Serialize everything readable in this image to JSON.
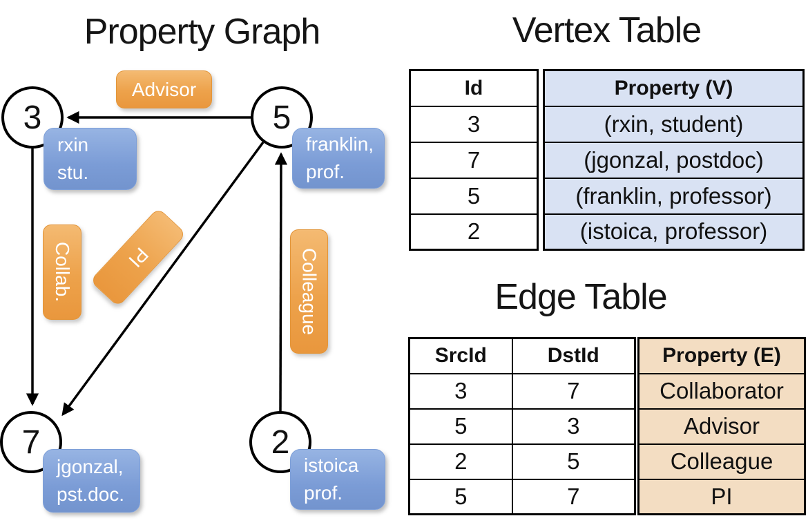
{
  "graph": {
    "title": "Property Graph",
    "nodes": {
      "n3": {
        "id": "3",
        "prop_line1": "rxin",
        "prop_line2": "stu."
      },
      "n5": {
        "id": "5",
        "prop_line1": "franklin,",
        "prop_line2": "prof."
      },
      "n7": {
        "id": "7",
        "prop_line1": "jgonzal,",
        "prop_line2": "pst.doc."
      },
      "n2": {
        "id": "2",
        "prop_line1": "istoica",
        "prop_line2": "prof."
      }
    },
    "edge_labels": {
      "advisor": "Advisor",
      "collab": "Collab.",
      "pi": "PI",
      "colleague": "Colleague"
    },
    "edges": [
      {
        "src": "5",
        "dst": "3",
        "label": "Advisor"
      },
      {
        "src": "3",
        "dst": "7",
        "label": "Collab."
      },
      {
        "src": "5",
        "dst": "7",
        "label": "PI"
      },
      {
        "src": "2",
        "dst": "5",
        "label": "Colleague"
      }
    ]
  },
  "vertex_table": {
    "title": "Vertex Table",
    "headers": {
      "id": "Id",
      "property": "Property (V)"
    },
    "rows": [
      {
        "id": "3",
        "property": "(rxin, student)"
      },
      {
        "id": "7",
        "property": "(jgonzal, postdoc)"
      },
      {
        "id": "5",
        "property": "(franklin, professor)"
      },
      {
        "id": "2",
        "property": "(istoica, professor)"
      }
    ]
  },
  "edge_table": {
    "title": "Edge Table",
    "headers": {
      "src": "SrcId",
      "dst": "DstId",
      "property": "Property (E)"
    },
    "rows": [
      {
        "src": "3",
        "dst": "7",
        "property": "Collaborator"
      },
      {
        "src": "5",
        "dst": "3",
        "property": "Advisor"
      },
      {
        "src": "2",
        "dst": "5",
        "property": "Colleague"
      },
      {
        "src": "5",
        "dst": "7",
        "property": "PI"
      }
    ]
  },
  "colors": {
    "edge_label_fill": "#EDA24B",
    "vertex_prop_box_fill": "#7B9CD6",
    "vertex_table_fill": "#D9E2F3",
    "edge_table_fill": "#F3DDC2"
  }
}
